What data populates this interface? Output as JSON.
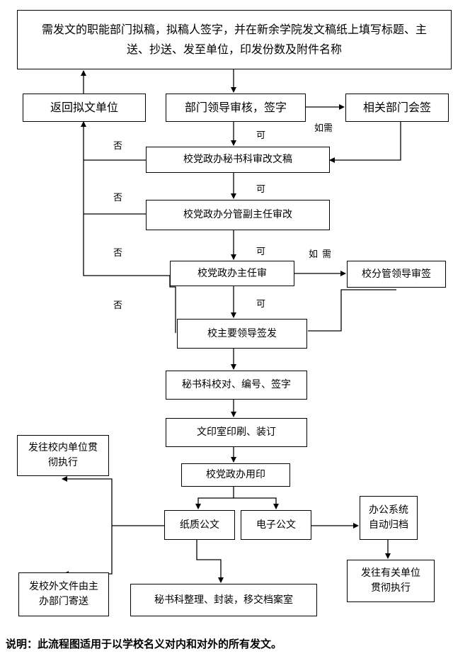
{
  "nodes": {
    "draft": "需发文的职能部门拟稿，拟稿人签字，并在新余学院发文稿纸上填写标题、主送、抄送、发至单位，印发份数及附件名称",
    "return_unit": "返回拟文单位",
    "dept_review": "部门领导审核，签字",
    "cosign": "相关部门会签",
    "secretary_review": "校党政办秘书科审改文稿",
    "deputy_review": "校党政办分管副主任审改",
    "director_review": "校党政办主任审",
    "leader_sign": "校分管领导审签",
    "main_leader": "校主要领导签发",
    "proofread": "秘书科校对、编号、签字",
    "printing": "文印室印刷、装订",
    "stamp": "校党政办用印",
    "paper_doc": "纸质公文",
    "electronic_doc": "电子公文",
    "internal_dist": "发往校内单位贯彻执行",
    "external_dist": "发校外文件由主办部门寄送",
    "archive_box": "秘书科整理、封装，移交档案室",
    "auto_archive": "办公系统自动归档",
    "related_units": "发往有关单位贯彻执行"
  },
  "labels": {
    "no": "否",
    "yes": "可",
    "if_needed": "如需"
  },
  "note": "说明：此流程图适用于以学校名义对内和对外的所有发文。"
}
